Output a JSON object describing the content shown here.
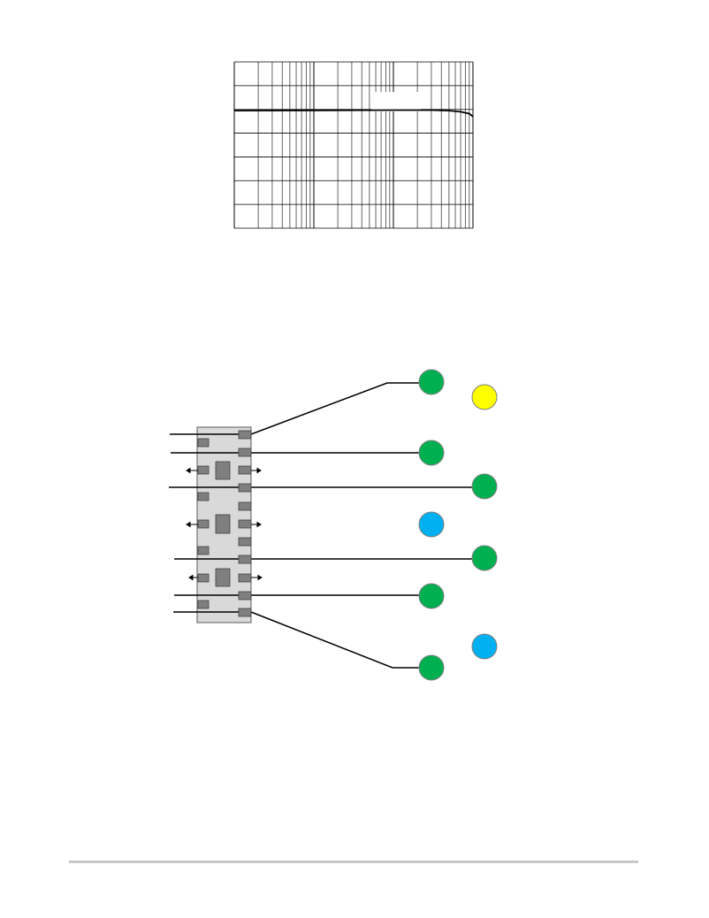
{
  "colors": {
    "pad_green": "#00b050",
    "pad_yellow": "#ffff00",
    "pad_blue": "#00b0f0",
    "package_fill": "#d9d9d9",
    "pin_fill": "#7f7f7f",
    "footer_rule": "#c8c8c8"
  },
  "chart_data": {
    "type": "line",
    "title": "",
    "xlabel": "",
    "ylabel": "",
    "x_scale": "log",
    "xlim": [
      1,
      1000
    ],
    "ylim": [
      0,
      7
    ],
    "grid": true,
    "legend": "none",
    "series": [
      {
        "x": [
          1,
          10,
          100,
          300,
          500,
          700,
          900,
          1000
        ],
        "y": [
          4.95,
          4.96,
          4.97,
          4.97,
          4.95,
          4.9,
          4.82,
          4.7
        ]
      }
    ]
  },
  "diagram": {
    "pads": [
      {
        "id": "p1",
        "color": "green"
      },
      {
        "id": "p2",
        "color": "yellow"
      },
      {
        "id": "p3",
        "color": "green"
      },
      {
        "id": "p4",
        "color": "green"
      },
      {
        "id": "p5",
        "color": "blue"
      },
      {
        "id": "p6",
        "color": "green"
      },
      {
        "id": "p7",
        "color": "green"
      },
      {
        "id": "p8",
        "color": "blue"
      },
      {
        "id": "p9",
        "color": "green"
      }
    ]
  }
}
